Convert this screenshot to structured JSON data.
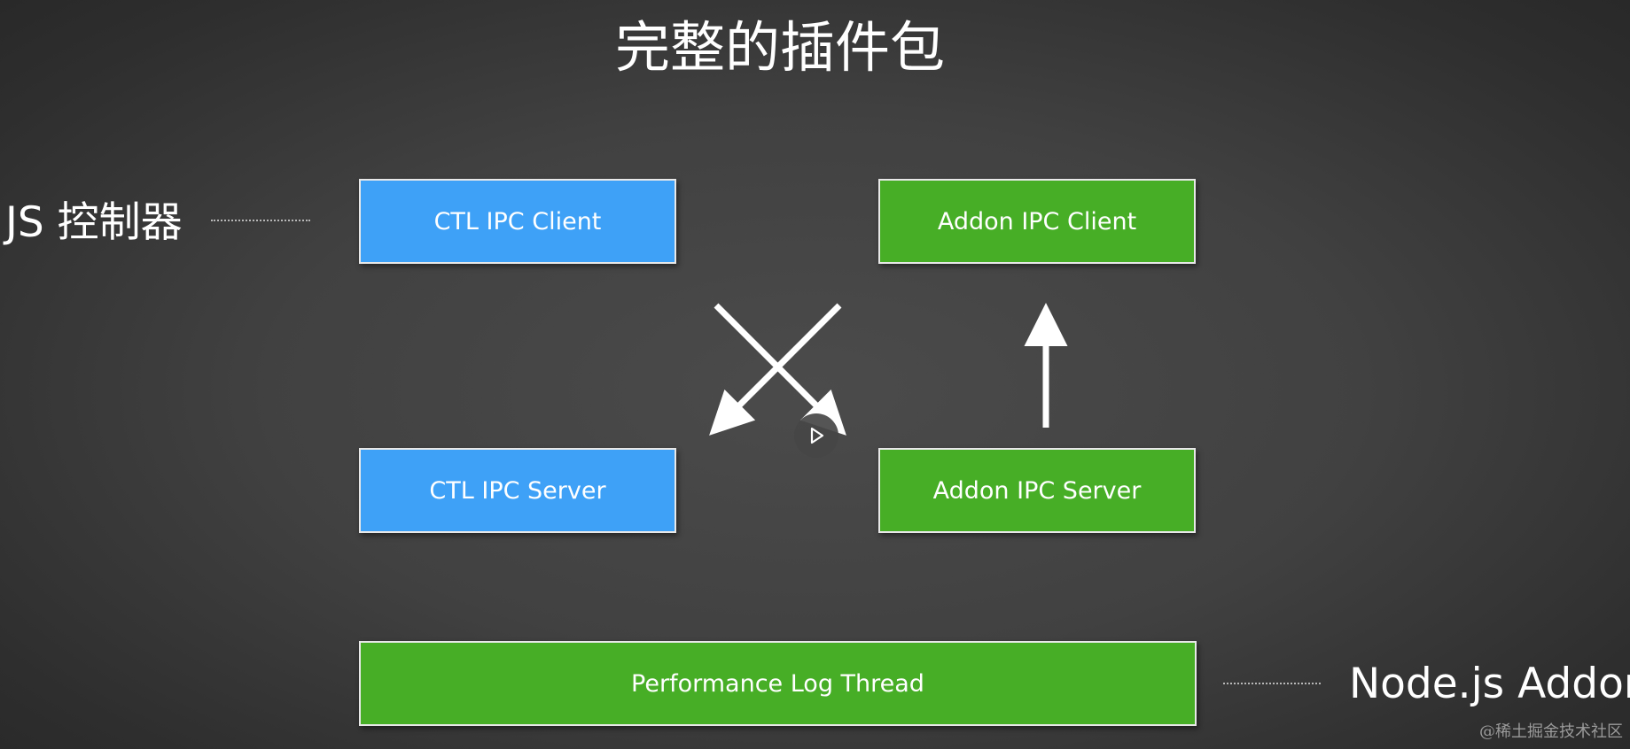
{
  "title": "完整的插件包",
  "left_label": "JS 控制器",
  "right_label": "Node.js Addon",
  "boxes": {
    "ctl_client": "CTL IPC Client",
    "ctl_server": "CTL IPC Server",
    "addon_client": "Addon IPC Client",
    "addon_server": "Addon IPC Server",
    "perf_thread": "Performance Log Thread"
  },
  "colors": {
    "ctl_blue": "#3ea1f7",
    "addon_green": "#47ae26",
    "arrow": "#ffffff"
  },
  "icons": {
    "play": "play-icon"
  },
  "watermark": "@稀土掘金技术社区"
}
